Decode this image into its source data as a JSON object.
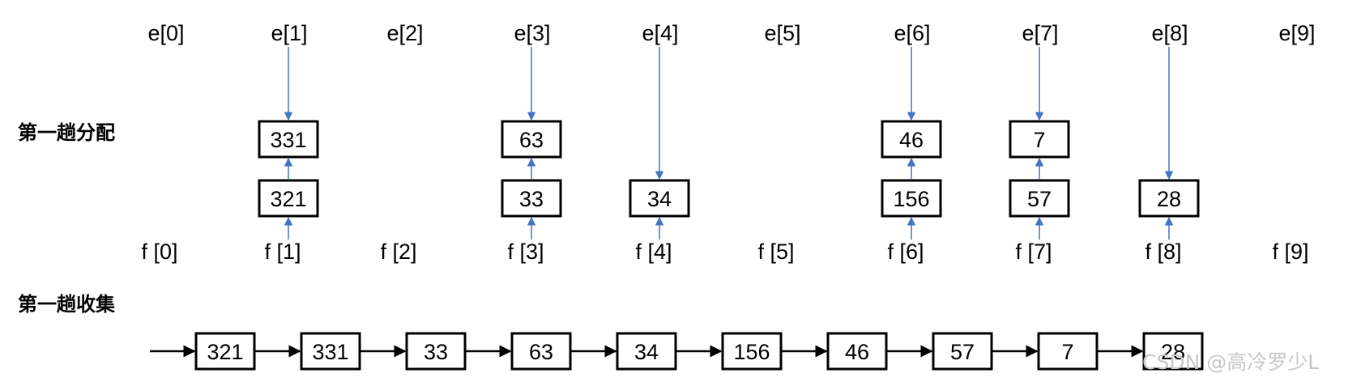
{
  "distribution_title": "第一趟分配",
  "collection_title": "第一趟收集",
  "e_labels": [
    "e[0]",
    "e[1]",
    "e[2]",
    "e[3]",
    "e[4]",
    "e[5]",
    "e[6]",
    "e[7]",
    "e[8]",
    "e[9]"
  ],
  "f_labels": [
    "f [0]",
    "f [1]",
    "f [2]",
    "f [3]",
    "f [4]",
    "f [5]",
    "f [6]",
    "f [7]",
    "f [8]",
    "f [9]"
  ],
  "buckets": [
    {
      "index": 1,
      "items": [
        "321",
        "331"
      ]
    },
    {
      "index": 3,
      "items": [
        "33",
        "63"
      ]
    },
    {
      "index": 4,
      "items": [
        "34"
      ]
    },
    {
      "index": 6,
      "items": [
        "156",
        "46"
      ]
    },
    {
      "index": 7,
      "items": [
        "57",
        "7"
      ]
    },
    {
      "index": 8,
      "items": [
        "28"
      ]
    }
  ],
  "collection": [
    "321",
    "331",
    "33",
    "63",
    "34",
    "156",
    "46",
    "57",
    "7",
    "28"
  ],
  "watermark": "CSDN @高冷罗少L"
}
